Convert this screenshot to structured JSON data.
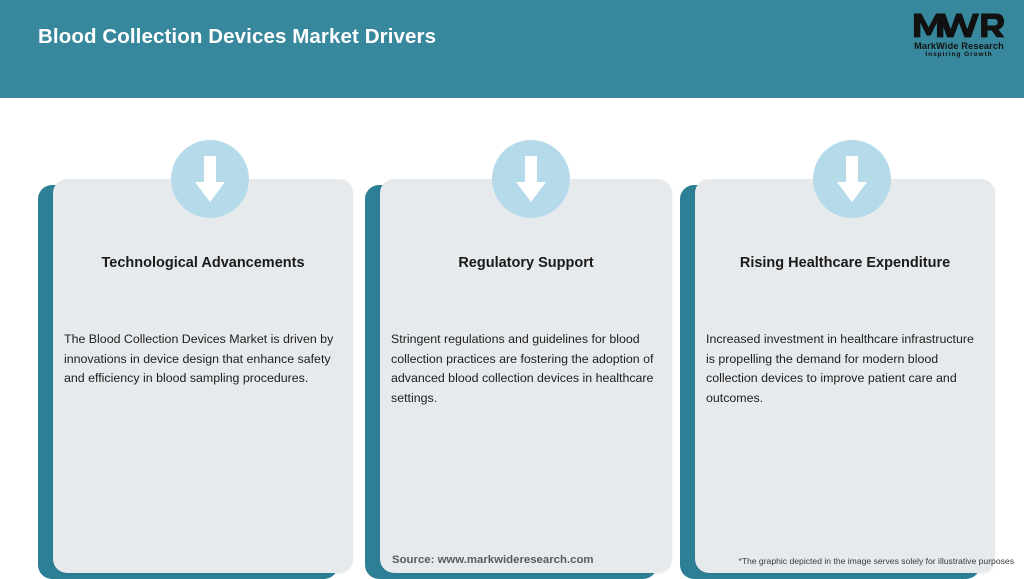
{
  "header": {
    "title": "Blood Collection Devices Market Drivers",
    "background_color": "#37889C",
    "title_color": "#FFFFFF"
  },
  "logo": {
    "mark_text": "MWR",
    "name": "MarkWide Research",
    "tagline": "Inspiring Growth"
  },
  "cards": [
    {
      "icon": "down-arrow-icon",
      "title": "Technological Advancements",
      "body": "The Blood Collection Devices Market is driven by innovations in device design that enhance safety and efficiency in blood sampling procedures."
    },
    {
      "icon": "down-arrow-icon",
      "title": "Regulatory Support",
      "body": "Stringent regulations and guidelines for blood collection practices are fostering the adoption of advanced blood collection devices in healthcare settings."
    },
    {
      "icon": "down-arrow-icon",
      "title": "Rising Healthcare Expenditure",
      "body": "Increased investment in healthcare infrastructure is propelling the demand for modern blood collection devices to improve patient care and outcomes."
    }
  ],
  "footer": {
    "source": "Source: www.markwideresearch.com",
    "disclaimer": "*The graphic depicted in the image serves solely for illustrative purposes"
  },
  "colors": {
    "accent_teal": "#2D7F96",
    "header_teal": "#37889C",
    "card_gray": "#E7EAEC",
    "icon_blue": "#B5DBEA",
    "arrow_white": "#FFFFFF"
  }
}
